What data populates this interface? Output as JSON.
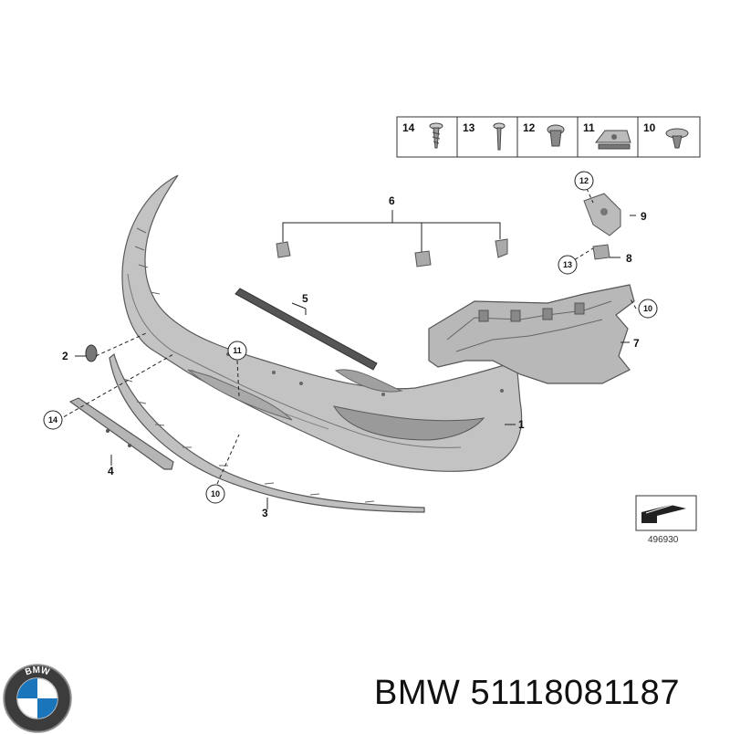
{
  "diagram_number": "496930",
  "footer": {
    "brand": "BMW",
    "part_number": "51118081187",
    "logo_letters": "BMW"
  },
  "fastener_box": [
    "14",
    "13",
    "12",
    "11",
    "10"
  ],
  "callouts": {
    "c1": "1",
    "c2": "2",
    "c3": "3",
    "c4": "4",
    "c5": "5",
    "c6": "6",
    "c7": "7",
    "c8": "8",
    "c9": "9",
    "c10_bracket": "10",
    "c10_lower": "10",
    "c11": "11",
    "c12": "12",
    "c13": "13",
    "c14": "14"
  },
  "colors": {
    "part_fill": "#bcbcbc",
    "part_stroke": "#5a5a5a",
    "line": "#222222"
  }
}
